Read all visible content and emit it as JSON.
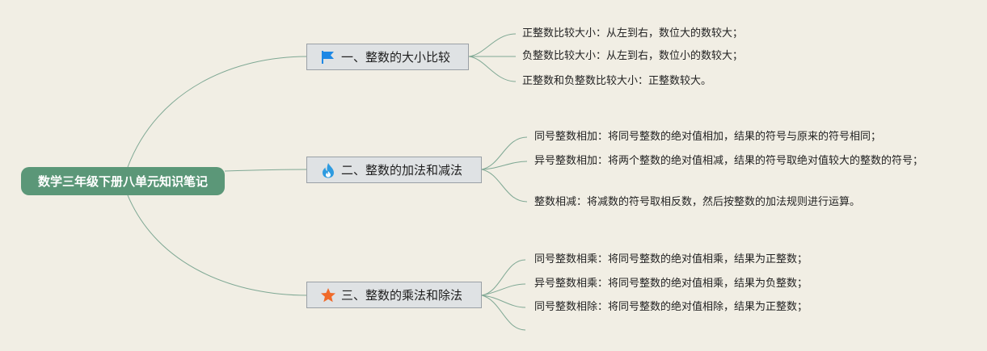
{
  "root": {
    "label": "数学三年级下册八单元知识笔记"
  },
  "branches": [
    {
      "label": "一、整数的大小比较",
      "icon": "flag-icon",
      "leaves": [
        "正整数比较大小：从左到右，数位大的数较大；",
        "负整数比较大小：从左到右，数位小的数较大；",
        "正整数和负整数比较大小：正整数较大。"
      ]
    },
    {
      "label": "二、整数的加法和减法",
      "icon": "flame-icon",
      "leaves": [
        "同号整数相加：将同号整数的绝对值相加，结果的符号与原来的符号相同；",
        "异号整数相加：将两个整数的绝对值相减，结果的符号取绝对值较大的整数的符号；",
        "整数相减：将减数的符号取相反数，然后按整数的加法规则进行运算。"
      ]
    },
    {
      "label": "三、整数的乘法和除法",
      "icon": "star-icon",
      "leaves": [
        "同号整数相乘：将同号整数的绝对值相乘，结果为正整数；",
        "异号整数相乘：将同号整数的绝对值相乘，结果为负整数；",
        "同号整数相除：将同号整数的绝对值相除，结果为正整数；"
      ]
    }
  ],
  "colors": {
    "background": "#f1eee4",
    "root": "#5b9778",
    "connector": "#7fa894",
    "flag": "#1e88e5",
    "flame": "#2e9be0",
    "star": "#f06a2a"
  }
}
